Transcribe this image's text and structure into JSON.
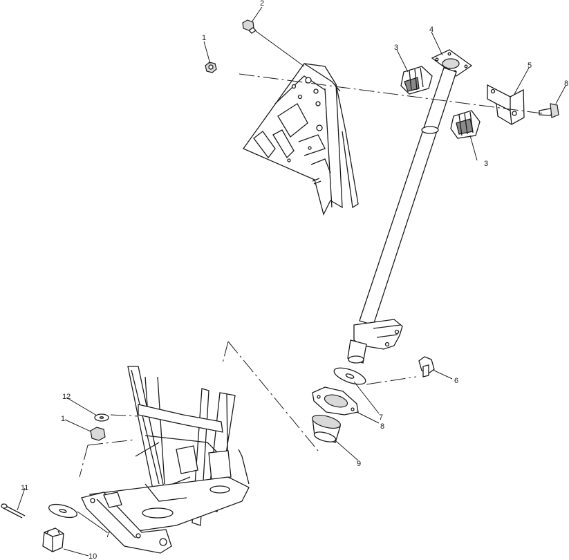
{
  "callouts": [
    {
      "id": "c1a",
      "label": "1",
      "part": "nut"
    },
    {
      "id": "c2",
      "label": "2",
      "part": "bolt"
    },
    {
      "id": "c3a",
      "label": "3",
      "part": "bushing-clamp"
    },
    {
      "id": "c3b",
      "label": "3",
      "part": "bushing-clamp"
    },
    {
      "id": "c4",
      "label": "4",
      "part": "steering-post"
    },
    {
      "id": "c5",
      "label": "5",
      "part": "bracket"
    },
    {
      "id": "c8a",
      "label": "8",
      "part": "bolt"
    },
    {
      "id": "c6",
      "label": "6",
      "part": "bolt"
    },
    {
      "id": "c7a",
      "label": "7",
      "part": "washer"
    },
    {
      "id": "c8b",
      "label": "8",
      "part": "flange-plate"
    },
    {
      "id": "c9",
      "label": "9",
      "part": "bushing"
    },
    {
      "id": "c12",
      "label": "12",
      "part": "washer"
    },
    {
      "id": "c1b",
      "label": "1",
      "part": "nut"
    },
    {
      "id": "c11",
      "label": "11",
      "part": "cotter-pin"
    },
    {
      "id": "c7b",
      "label": "7",
      "part": "washer"
    },
    {
      "id": "c10",
      "label": "10",
      "part": "castle-nut"
    }
  ]
}
